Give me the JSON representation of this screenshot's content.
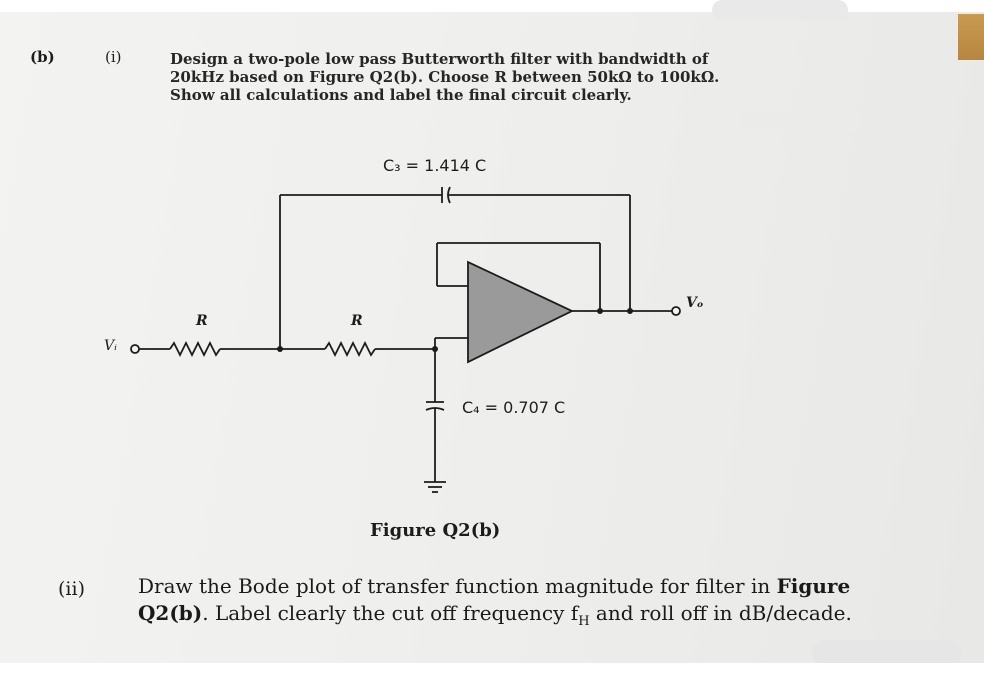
{
  "part_b_label": "(b)",
  "part_i_label": "(i)",
  "part_i_text": {
    "line1": "Design a two-pole low pass Butterworth filter with bandwidth of",
    "line2_pre": "20kHz based on ",
    "line2_bold": "Figure Q2(b)",
    "line2_post": ". Choose R between 50kΩ to 100kΩ.",
    "line3": "Show all calculations and label the final circuit clearly."
  },
  "circuit": {
    "c3_label": "C₃ = 1.414 C",
    "c4_label": "C₄ = 0.707 C",
    "r1_label": "R",
    "r2_label": "R",
    "vi_label": "Vᵢ",
    "vo_label": "Vₒ"
  },
  "figure_caption": "Figure Q2(b)",
  "part_ii_label": "(ii)",
  "part_ii_text": {
    "line1_pre": "Draw the Bode plot of transfer function magnitude for filter in ",
    "line1_bold": "Figure",
    "line2_bold": "Q2(b)",
    "line2_post": ". Label clearly the cut off frequency f",
    "line2_sub": "H",
    "line2_end": " and roll off in dB/decade."
  }
}
